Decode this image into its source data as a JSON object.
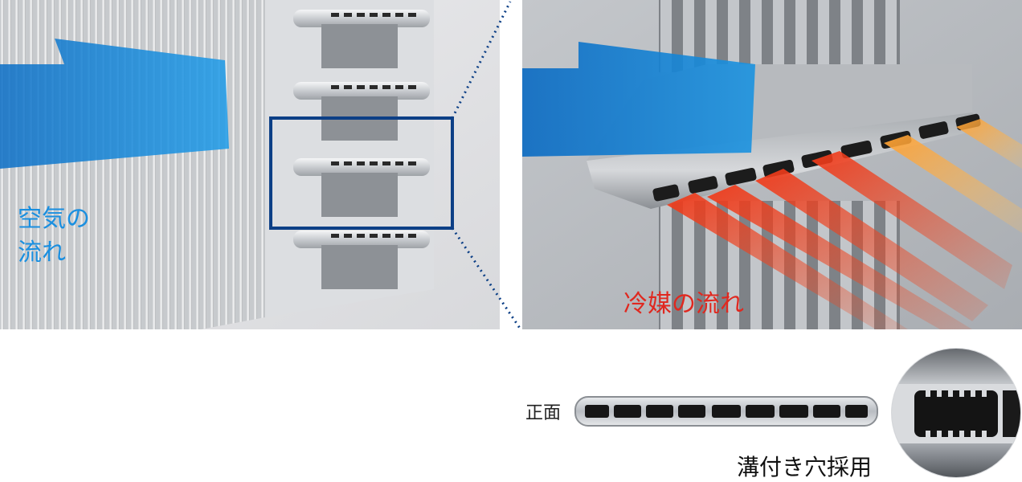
{
  "labels": {
    "air_flow_line1": "空気の",
    "air_flow_line2": "流れ",
    "refrigerant_flow": "冷媒の流れ",
    "front_view": "正面",
    "grooved_holes": "溝付き穴採用"
  },
  "colors": {
    "air_flow": "#1a8fe0",
    "refrigerant_flow": "#e0281f",
    "highlight_box": "#0c3f86"
  }
}
